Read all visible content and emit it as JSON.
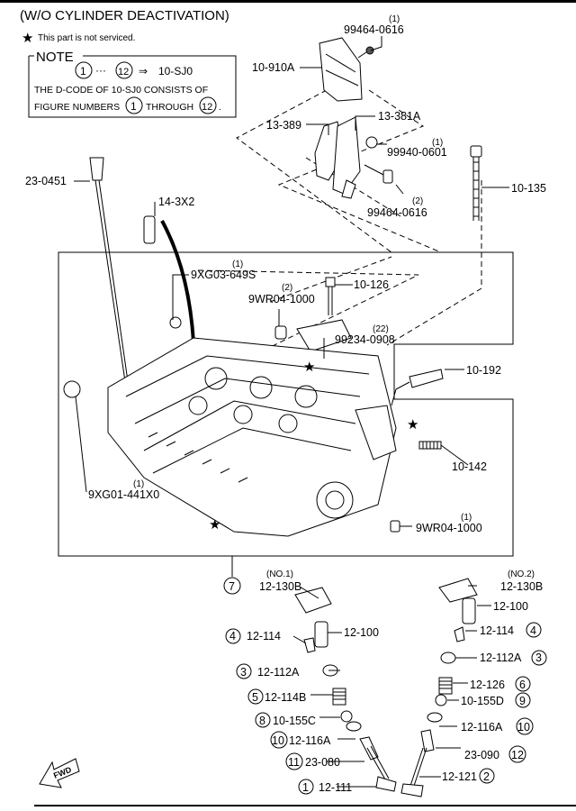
{
  "title": "(W/O CYLINDER DEACTIVATION)",
  "legend_star": "This part is not serviced.",
  "note": {
    "heading": "NOTE",
    "range_from": "1",
    "range_sep": "···",
    "range_to": "12",
    "arrow": "⇒",
    "target": "10-SJ0",
    "line2": "THE D-CODE OF  10-SJ0  CONSISTS OF",
    "line3_pre": "FIGURE NUMBERS",
    "line3_n1": "1",
    "line3_mid": "THROUGH",
    "line3_n2": "12",
    "line3_end": "."
  },
  "fwd_label": "FWD",
  "parts": [
    {
      "id": "p99464a",
      "text": "99464-0616",
      "qty": "(1)"
    },
    {
      "id": "p10910a",
      "text": "10-910A"
    },
    {
      "id": "p13389",
      "text": "13-389"
    },
    {
      "id": "p13381a",
      "text": "13-381A"
    },
    {
      "id": "p99940",
      "text": "99940-0601",
      "qty": "(1)"
    },
    {
      "id": "p99464b",
      "text": "99464-0616",
      "qty": "(2)"
    },
    {
      "id": "p230451",
      "text": "23-0451"
    },
    {
      "id": "p143x2",
      "text": "14-3X2"
    },
    {
      "id": "p10135",
      "text": "10-135"
    },
    {
      "id": "p9xg03",
      "text": "9XG03-649S",
      "qty": "(1)"
    },
    {
      "id": "p10126",
      "text": "10-126"
    },
    {
      "id": "p9wr04a",
      "text": "9WR04-1000",
      "qty": "(2)"
    },
    {
      "id": "p99234",
      "text": "99234-0908",
      "qty": "(22)"
    },
    {
      "id": "p10192",
      "text": "10-192"
    },
    {
      "id": "p10142",
      "text": "10-142"
    },
    {
      "id": "p9xg01",
      "text": "9XG01-441X0",
      "qty": "(1)"
    },
    {
      "id": "p9wr04b",
      "text": "9WR04-1000",
      "qty": "(1)"
    },
    {
      "id": "p12130b1",
      "text": "12-130B",
      "qty": "(NO.1)"
    },
    {
      "id": "p12130b2",
      "text": "12-130B",
      "qty": "(NO.2)"
    },
    {
      "id": "p12100a",
      "text": "12-100"
    },
    {
      "id": "p12100b",
      "text": "12-100"
    },
    {
      "id": "p12114a",
      "text": "12-114",
      "fig": "4"
    },
    {
      "id": "p12114b",
      "text": "12-114",
      "fig": "4"
    },
    {
      "id": "p12112aa",
      "text": "12-112A",
      "fig": "3"
    },
    {
      "id": "p12112ab",
      "text": "12-112A",
      "fig": "3"
    },
    {
      "id": "p12114ba",
      "text": "12-114B",
      "fig": "5"
    },
    {
      "id": "p12126",
      "text": "12-126",
      "fig": "6"
    },
    {
      "id": "p10155c",
      "text": "10-155C",
      "fig": "8"
    },
    {
      "id": "p10155d",
      "text": "10-155D",
      "fig": "9"
    },
    {
      "id": "p12116aa",
      "text": "12-116A",
      "fig": "10"
    },
    {
      "id": "p12116ab",
      "text": "12-116A",
      "fig": "10"
    },
    {
      "id": "p23080",
      "text": "23-080",
      "fig": "11"
    },
    {
      "id": "p23090",
      "text": "23-090",
      "fig": "12"
    },
    {
      "id": "p12111",
      "text": "12-111",
      "fig": "1"
    },
    {
      "id": "p12121",
      "text": "12-121",
      "fig": "2"
    },
    {
      "id": "p7",
      "fig": "7"
    }
  ]
}
